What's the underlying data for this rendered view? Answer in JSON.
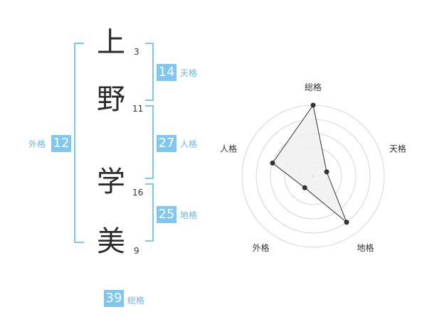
{
  "name": {
    "chars": [
      {
        "char": "上",
        "strokes": "3"
      },
      {
        "char": "野",
        "strokes": "11"
      },
      {
        "char": "学",
        "strokes": "16"
      },
      {
        "char": "美",
        "strokes": "9"
      }
    ]
  },
  "fortunes": {
    "ten": {
      "value": "14",
      "label": "天格"
    },
    "jin": {
      "value": "27",
      "label": "人格"
    },
    "chi": {
      "value": "25",
      "label": "地格"
    },
    "gai": {
      "value": "12",
      "label": "外格"
    },
    "sou": {
      "value": "39",
      "label": "総格"
    }
  },
  "chart_data": {
    "type": "radar",
    "axes": [
      "総格",
      "天格",
      "地格",
      "外格",
      "人格"
    ],
    "values": [
      5,
      1,
      4,
      1,
      3
    ],
    "range": [
      0,
      5
    ],
    "rings": 5,
    "colors": {
      "fill": "#f0f0f0",
      "line": "#333333",
      "ring": "#cccccc"
    }
  },
  "colors": {
    "accent": "#7fc7f0",
    "label": "#6cb6e8"
  }
}
